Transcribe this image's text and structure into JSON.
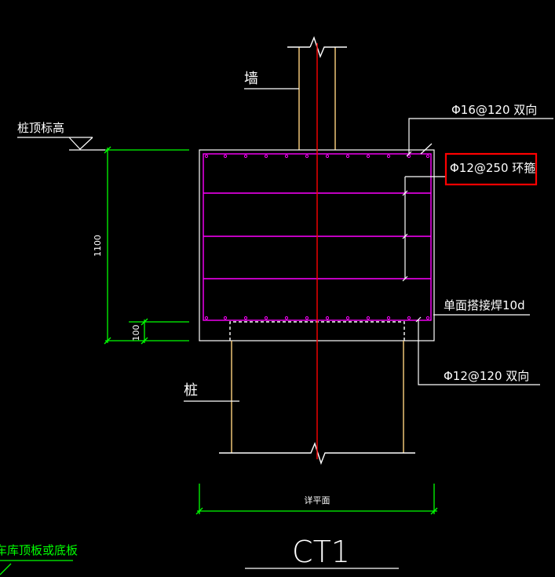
{
  "labels": {
    "wall": "墙",
    "pile_top_elevation": "桩顶标高",
    "rebar_top": "Φ16@120 双向",
    "rebar_hoop": "Φ12@250 环箍",
    "weld": "单面搭接焊10d",
    "rebar_bottom": "Φ12@120 双向",
    "pile": "桩",
    "dim_height": "1100",
    "dim_cover": "100",
    "dim_width_note": "详平面",
    "drawing_title": "CT1",
    "bottom_left_note": "车库顶板或底板"
  },
  "colors": {
    "background": "#000000",
    "outline": "#ffffff",
    "rebar": "#ff00ff",
    "dimension": "#00ff00",
    "wall_pile": "#ffd27f",
    "centerline": "#ff0000",
    "highlight": "#ff0000"
  }
}
